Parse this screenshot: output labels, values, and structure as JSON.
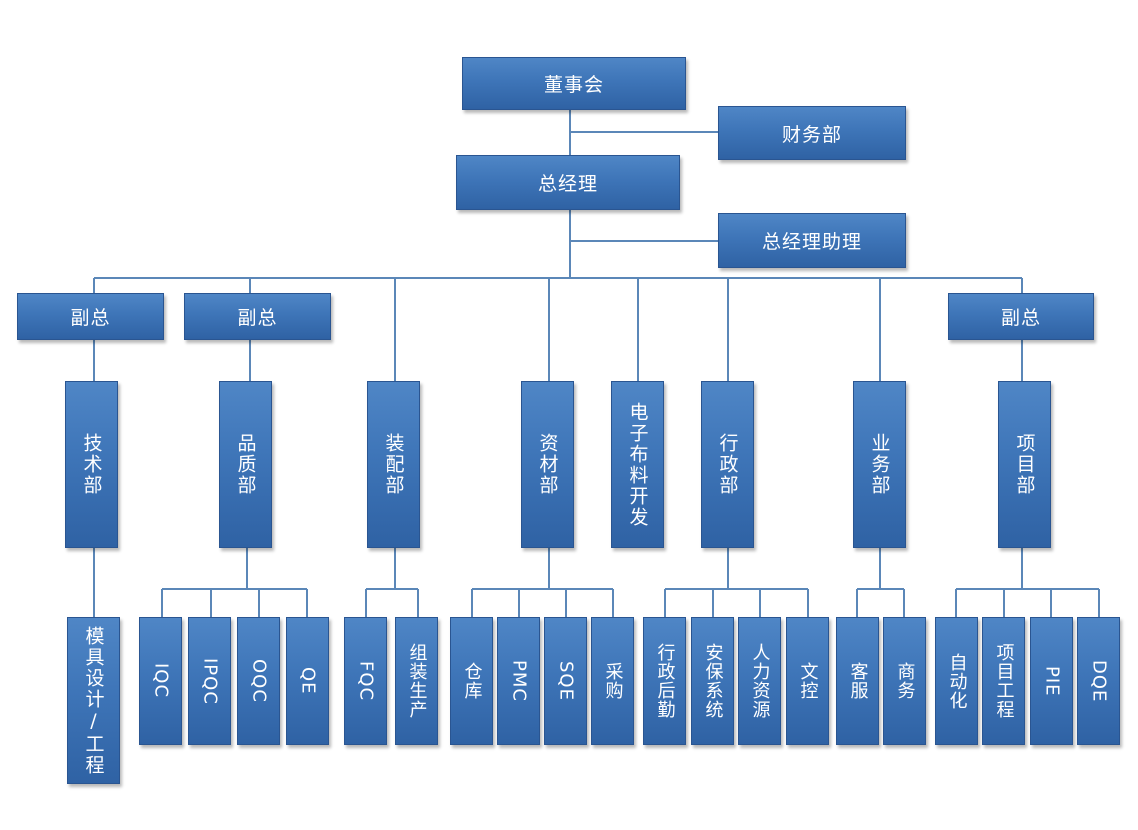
{
  "board": "董事会",
  "finance": "财务部",
  "gm": "总经理",
  "gm_assistant": "总经理助理",
  "vp_left1": "副总",
  "vp_left2": "副总",
  "vp_right": "副总",
  "departments": {
    "tech": "技术部",
    "quality": "品质部",
    "assembly": "装配部",
    "materials": "资材部",
    "ewiring": "电子布料开发",
    "admin": "行政部",
    "sales": "业务部",
    "project": "项目部"
  },
  "sub_units": {
    "tech": [
      "模具设计/工程"
    ],
    "quality": [
      "IQC",
      "IPQC",
      "OQC",
      "QE"
    ],
    "assembly": [
      "FQC",
      "组装生产"
    ],
    "materials": [
      "仓库",
      "PMC",
      "SQE",
      "采购"
    ],
    "admin": [
      "行政后勤",
      "安保系统",
      "人力资源",
      "文控"
    ],
    "sales": [
      "客服",
      "商务"
    ],
    "project": [
      "自动化",
      "项目工程",
      "PIE",
      "DQE"
    ]
  },
  "colors": {
    "box": "#3e75b8",
    "border": "#2a5591",
    "line": "#5b87b8"
  }
}
